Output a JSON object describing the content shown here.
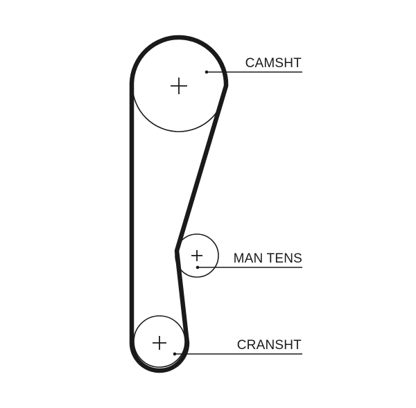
{
  "diagram": {
    "type": "timing-belt-routing",
    "colors": {
      "belt": "#1a1a1a",
      "pulley": "#1a1a1a",
      "leader": "#1a1a1a",
      "background": "#ffffff"
    },
    "labels": {
      "camshaft": "CAMSHT",
      "tensioner": "MAN TENS",
      "crankshaft": "CRANSHT"
    }
  }
}
